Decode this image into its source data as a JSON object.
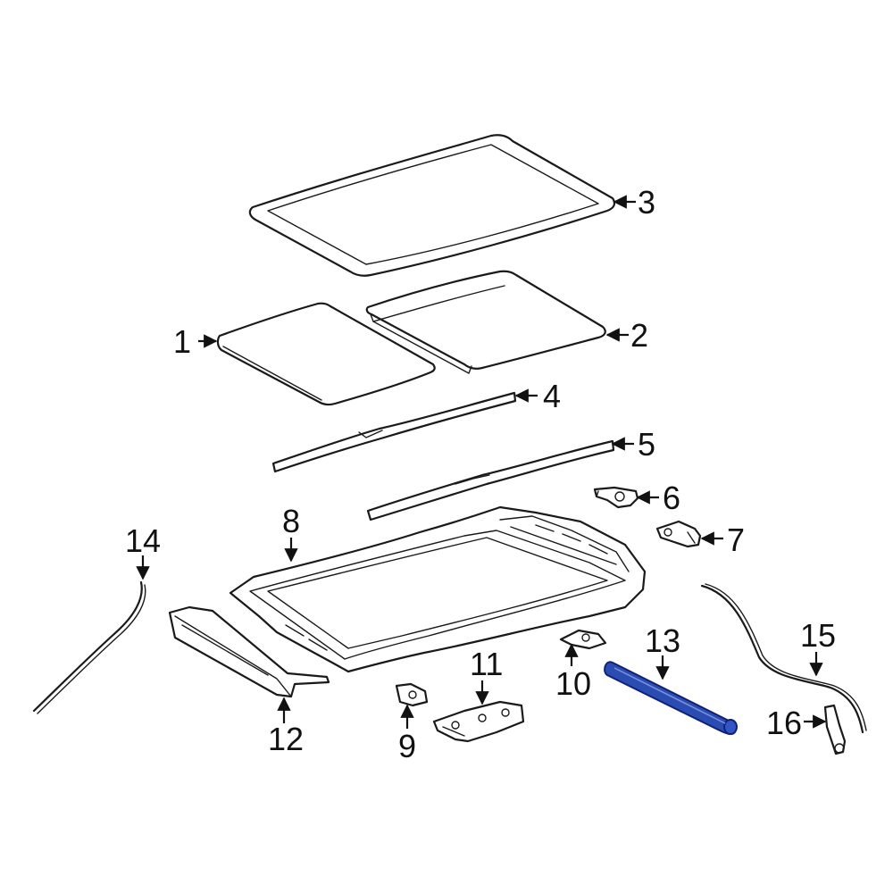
{
  "callouts": {
    "c1": "1",
    "c2": "2",
    "c3": "3",
    "c4": "4",
    "c5": "5",
    "c6": "6",
    "c7": "7",
    "c8": "8",
    "c9": "9",
    "c10": "10",
    "c11": "11",
    "c12": "12",
    "c13": "13",
    "c14": "14",
    "c15": "15",
    "c16": "16"
  },
  "highlight": {
    "part": "13",
    "color": "#2b4db3"
  }
}
